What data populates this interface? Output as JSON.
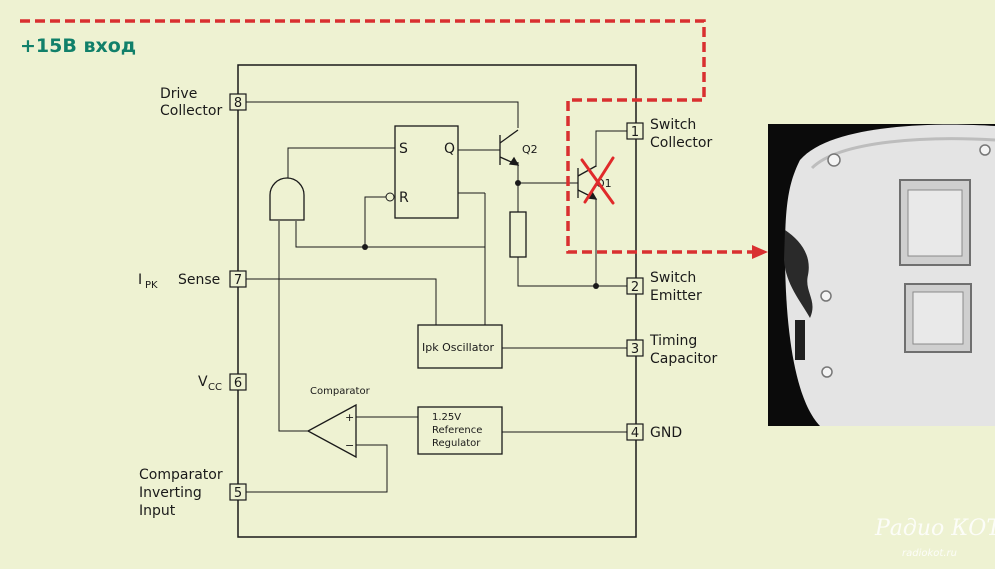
{
  "title": "+15В вход",
  "colors": {
    "background": "#eef2d2",
    "title": "#11806a",
    "dashed_line": "#d93030",
    "cross": "#e02a2a"
  },
  "pins": [
    {
      "number": "8",
      "lines": [
        "Drive",
        "Collector"
      ]
    },
    {
      "number": "7",
      "lines": [
        "Sense"
      ],
      "prefix": "I",
      "subscript": "PK"
    },
    {
      "number": "6",
      "lines": [],
      "prefix": "V",
      "subscript": "CC"
    },
    {
      "number": "5",
      "lines": [
        "Comparator",
        "Inverting",
        "Input"
      ]
    },
    {
      "number": "1",
      "lines": [
        "Switch",
        "Collector"
      ]
    },
    {
      "number": "2",
      "lines": [
        "Switch",
        "Emitter"
      ]
    },
    {
      "number": "3",
      "lines": [
        "Timing",
        "Capacitor"
      ]
    },
    {
      "number": "4",
      "lines": [
        "GND"
      ]
    }
  ],
  "blocks": {
    "latch_s": "S",
    "latch_r": "R",
    "latch_q": "Q",
    "q2": "Q2",
    "q1": "Q1",
    "oscillator": "Ipk  Oscillator",
    "comparator": "Comparator",
    "comp_plus": "+",
    "comp_minus": "−",
    "reference": [
      "1.25V",
      "Reference",
      "Regulator"
    ]
  },
  "watermark": {
    "brand": "Радио КОТ",
    "url": "radiokot.ru"
  }
}
